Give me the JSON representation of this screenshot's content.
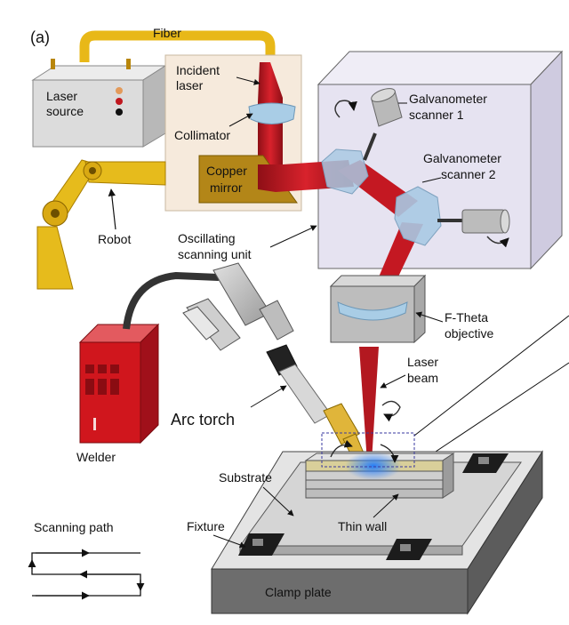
{
  "figure": {
    "panel_label": "(a)",
    "labels": {
      "fiber": "Fiber",
      "laser_source": [
        "Laser",
        "source"
      ],
      "incident_laser": [
        "Incident",
        "laser"
      ],
      "collimator": "Collimator",
      "copper_mirror": [
        "Copper",
        "mirror"
      ],
      "robot": "Robot",
      "oscillating_scanning_unit": [
        "Oscillating",
        "scanning unit"
      ],
      "galvanometer_scanner_1": [
        "Galvanometer",
        "scanner 1"
      ],
      "galvanometer_scanner_2": [
        "Galvanometer",
        "scanner 2"
      ],
      "f_theta_objective": [
        "F-Theta",
        "objective"
      ],
      "laser_beam": [
        "Laser",
        "beam"
      ],
      "arc_torch": "Arc torch",
      "welder": "Welder",
      "substrate": "Substrate",
      "thin_wall": "Thin wall",
      "fixture": "Fixture",
      "clamp_plate": "Clamp plate",
      "scanning_path": "Scanning path"
    },
    "colors": {
      "fiber_yellow": "#e8b818",
      "robot_yellow": "#e6bb1c",
      "laser_red": "#c41822",
      "collimator_blue": "#a9cde6",
      "copper": "#b38618",
      "welder_red": "#d0161d",
      "box_lavender": "#e6e3f1",
      "dark_gray": "#5a5a5a"
    }
  }
}
